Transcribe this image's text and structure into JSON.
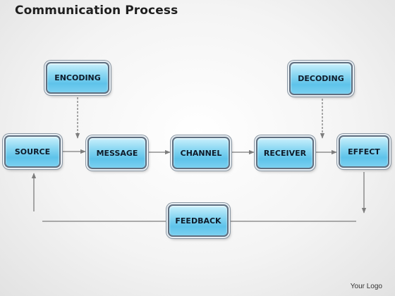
{
  "title": "Communication Process",
  "nodes": {
    "encoding": "ENCODING",
    "decoding": "DECODING",
    "source": "SOURCE",
    "message": "MESSAGE",
    "channel": "CHANNEL",
    "receiver": "RECEIVER",
    "effect": "EFFECT",
    "feedback": "FEEDBACK"
  },
  "logo": "Your Logo",
  "colors": {
    "box_fill": "#7ad0f0",
    "box_border": "#5f6f80",
    "connector": "#7d7d7d"
  }
}
